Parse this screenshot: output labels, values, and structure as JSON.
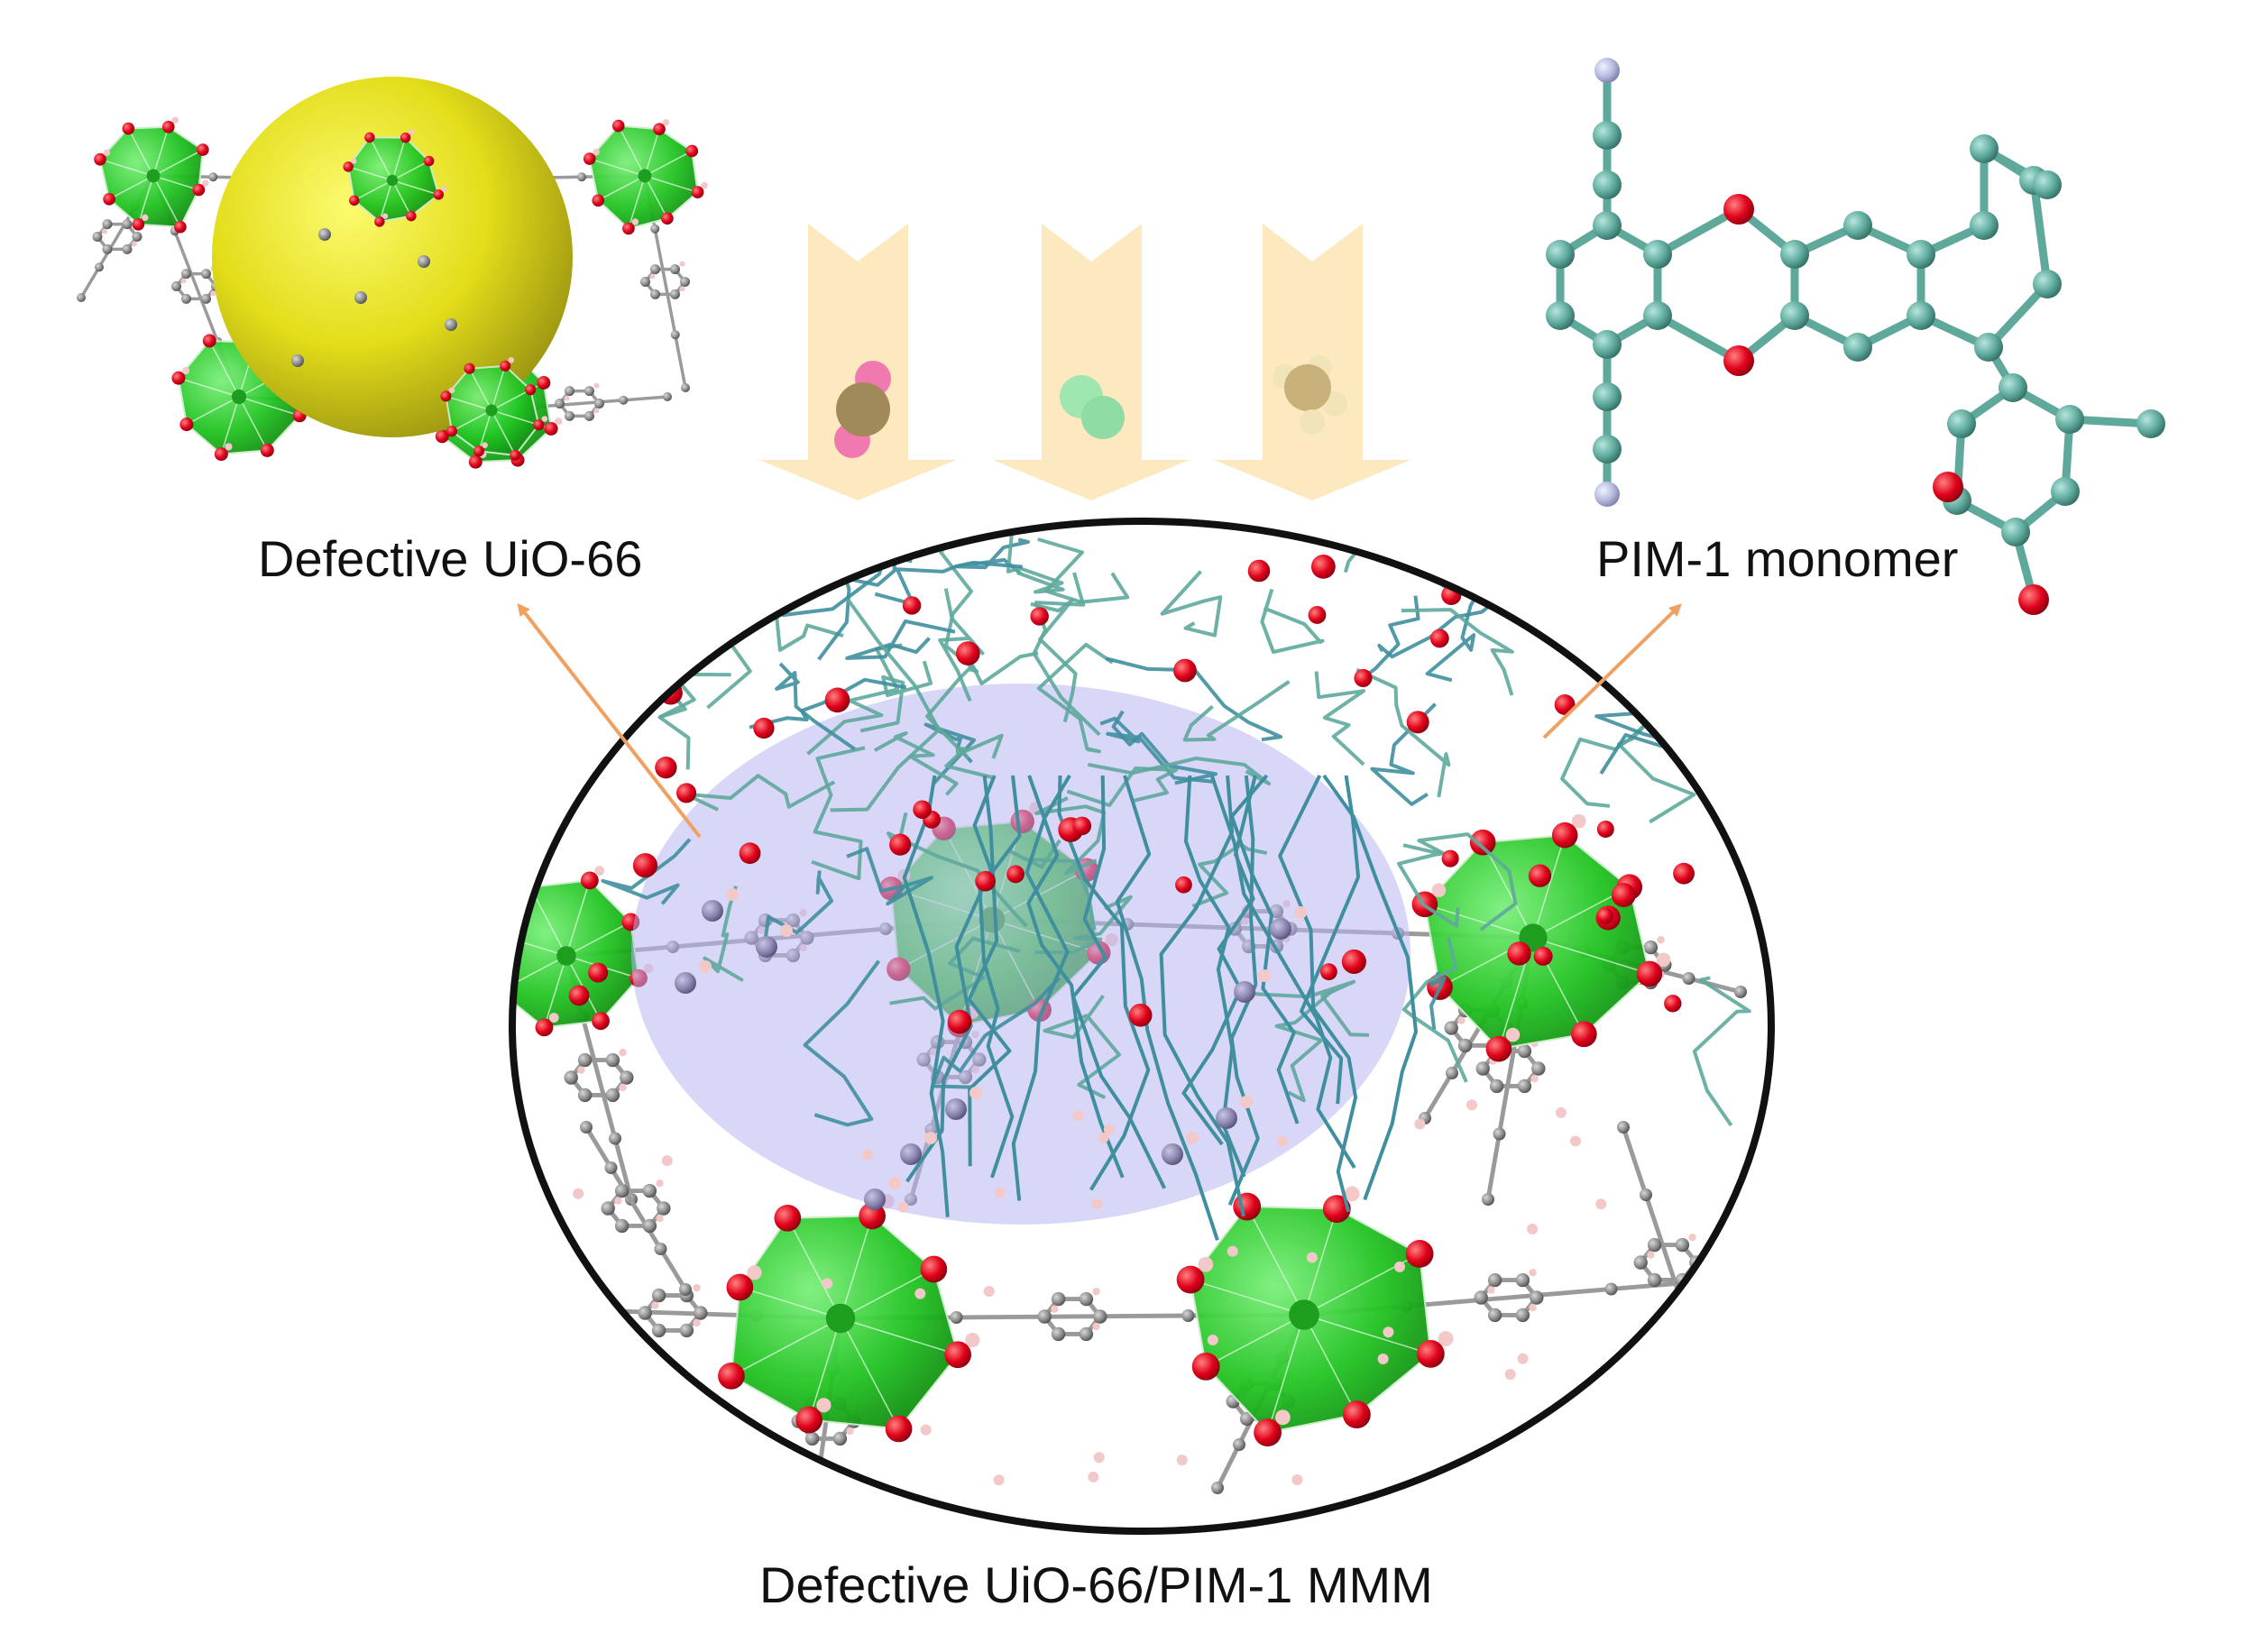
{
  "labels": {
    "uio66": "Defective UiO-66",
    "pim1": "PIM-1 monomer",
    "mmm": "Defective UiO-66/PIM-1 MMM"
  },
  "colors": {
    "zr_cluster": "#22c422",
    "oxygen": "#e0001a",
    "carbon_mof": "#8c8c8c",
    "carbon_pim": "#5ea99c",
    "nitrogen": "#b4b8dc",
    "hydrogen": "#f2c8c8",
    "pore_sphere": "#e6e01a",
    "arrow_fill": "#fde9bf",
    "highlight": "#b9b7f2",
    "pointer": "#f0a060",
    "frame": "#111111"
  },
  "gas_molecules": [
    {
      "name": "co2-molecule",
      "colors": [
        "#a08a5a",
        "#f07ab0"
      ]
    },
    {
      "name": "n2-molecule",
      "colors": [
        "#9fe6b0",
        "#8fdca4"
      ]
    },
    {
      "name": "ch4-molecule",
      "colors": [
        "#c8b27a",
        "#f1e4b8"
      ]
    }
  ]
}
